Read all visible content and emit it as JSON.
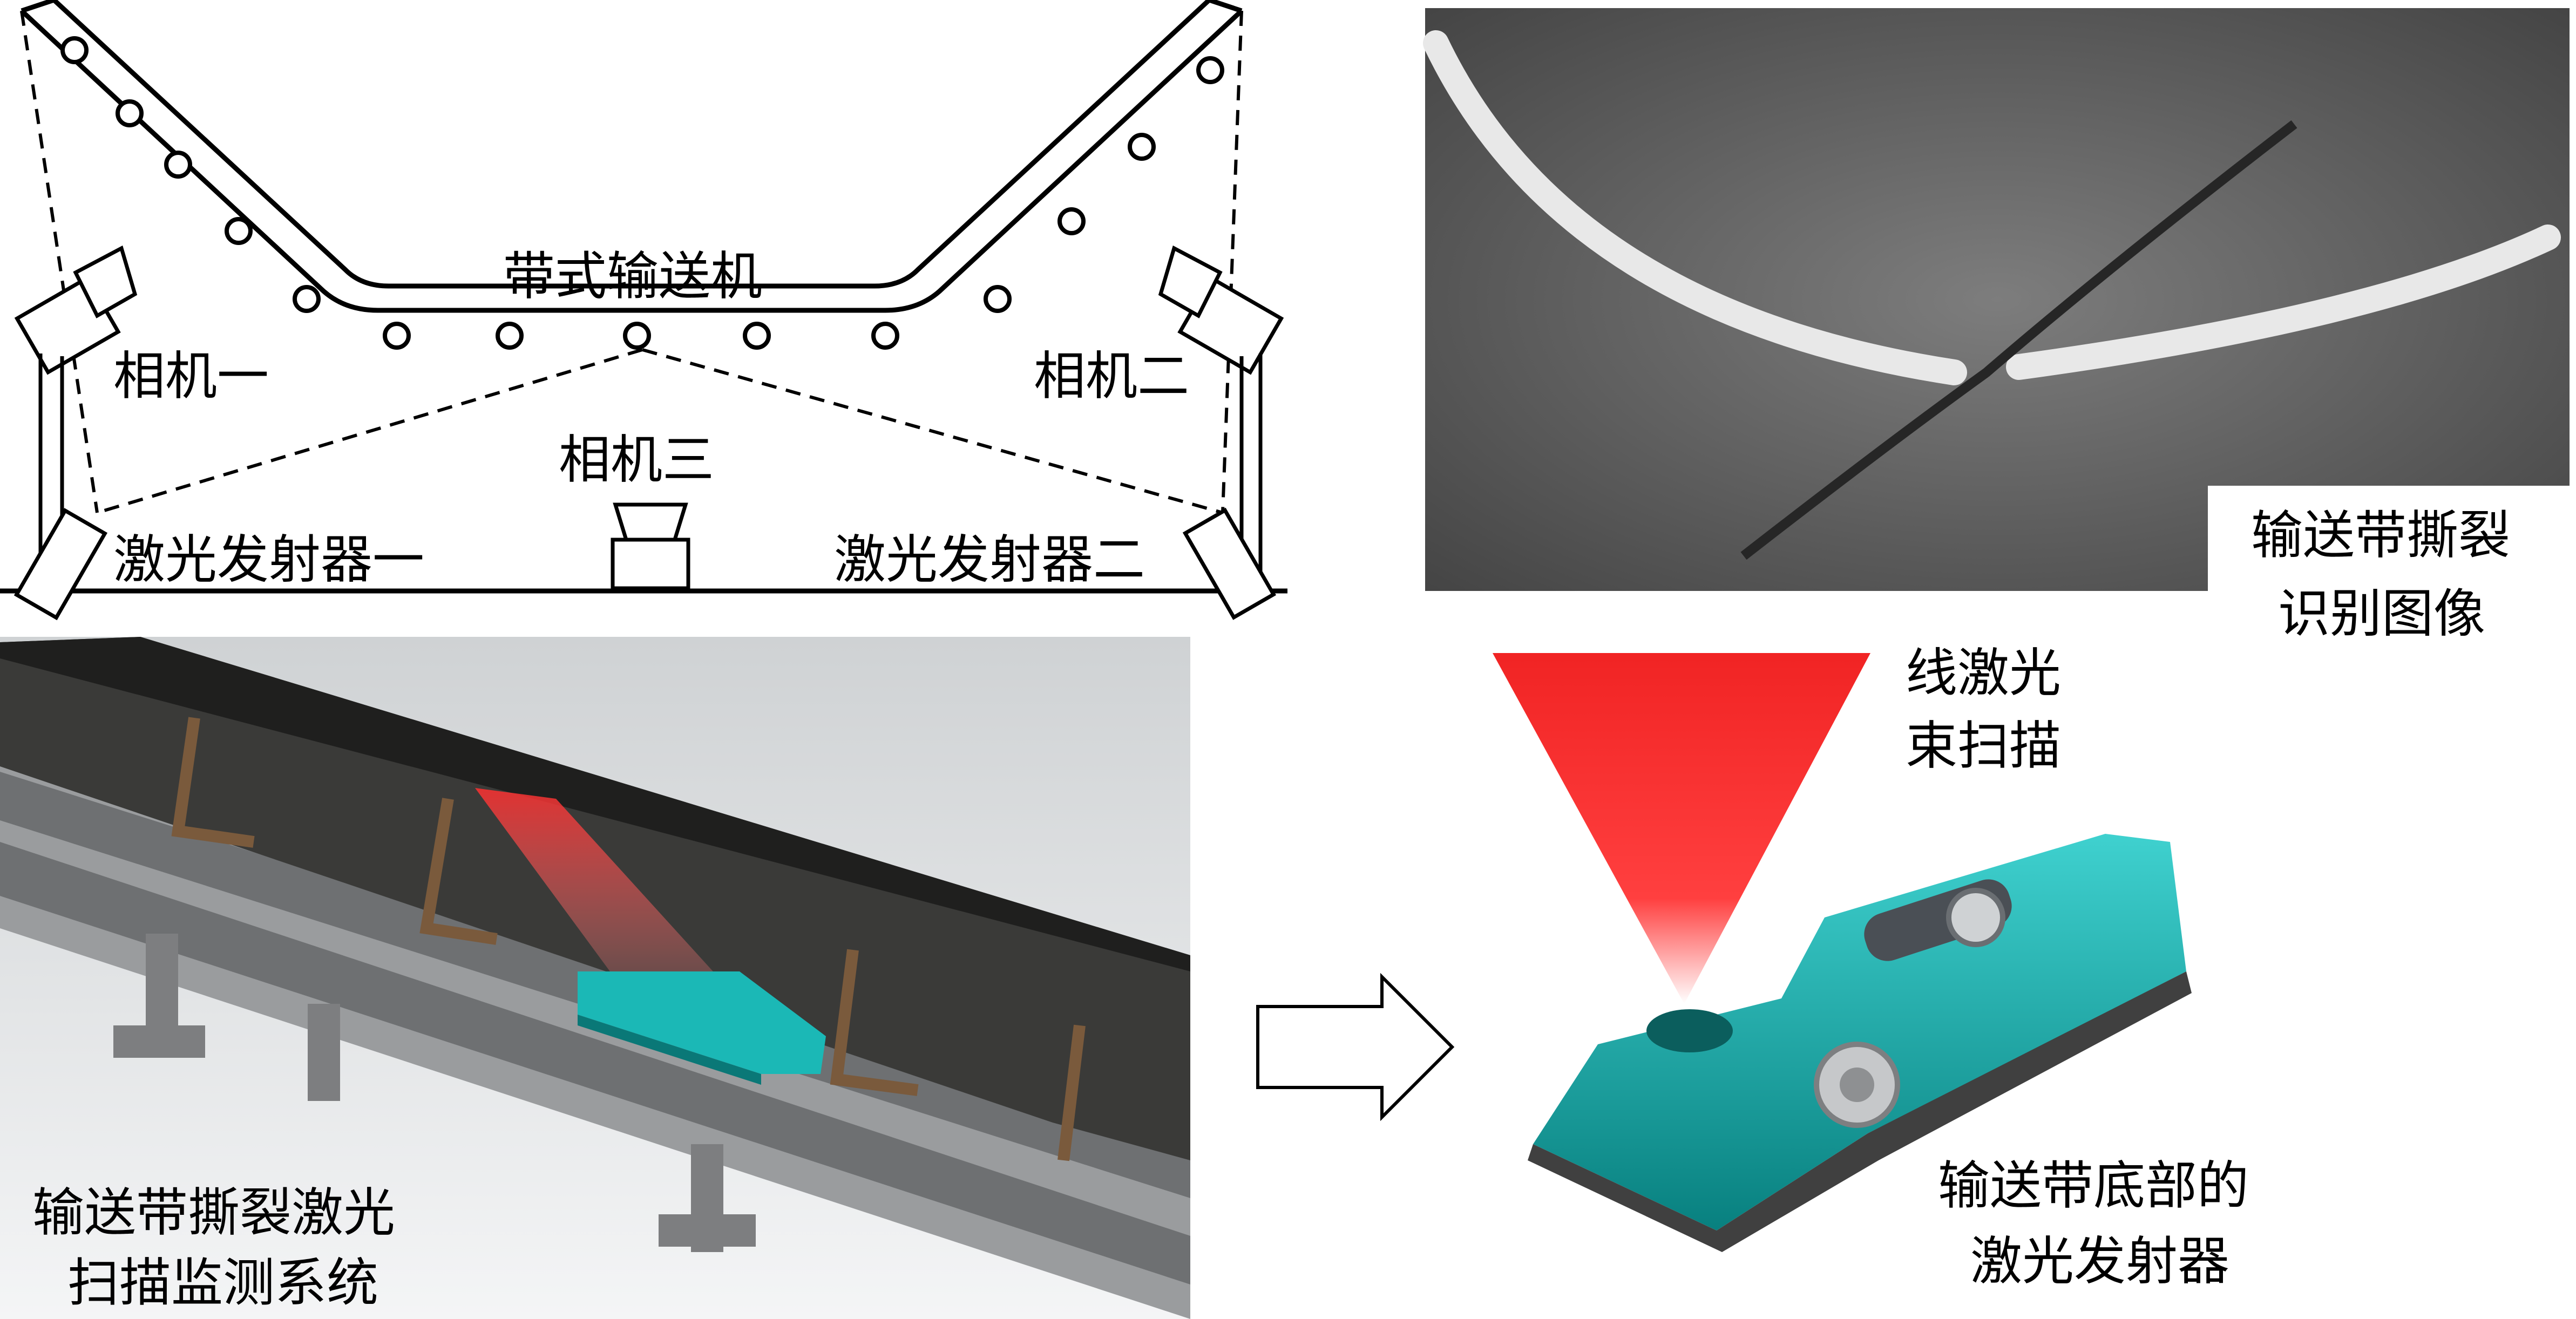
{
  "schematic": {
    "conveyor_label": "带式输送机",
    "camera_1": "相机一",
    "camera_2": "相机二",
    "camera_3": "相机三",
    "laser_emitter_1": "激光发射器一",
    "laser_emitter_2": "激光发射器二"
  },
  "tear_image": {
    "caption_line1": "输送带撕裂",
    "caption_line2": "识别图像"
  },
  "monitoring_system": {
    "caption_line1": "输送带撕裂激光",
    "caption_line2": "扫描监测系统"
  },
  "emitter_detail": {
    "beam_label_line1": "线激光",
    "beam_label_line2": "束扫描",
    "caption_line1": "输送带底部的",
    "caption_line2": "激光发射器"
  },
  "colors": {
    "laser_red": "#ff1a1a",
    "emitter_teal": "#0fa6a6",
    "belt_dark": "#3a3a38"
  }
}
